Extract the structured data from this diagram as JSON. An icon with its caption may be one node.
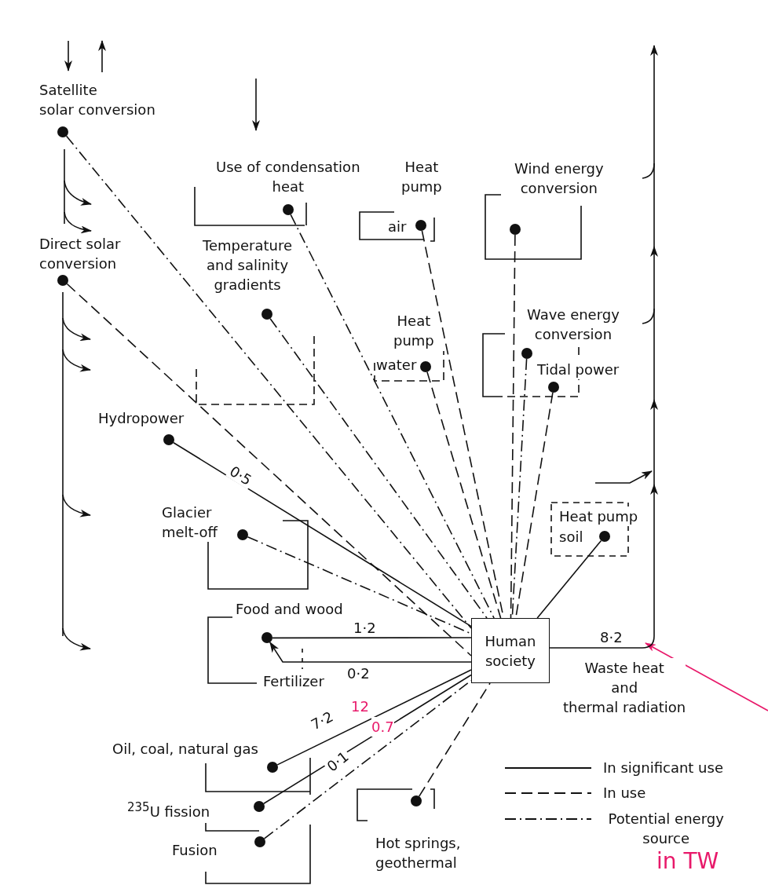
{
  "diagram": {
    "nodes": [
      {
        "text": [
          "Satellite solar conversion"
        ]
      },
      {
        "text": [
          "Use of condensation heat"
        ]
      },
      {
        "text": [
          "Heat pump",
          "air"
        ]
      },
      {
        "text": [
          "Wind energy conversion"
        ]
      },
      {
        "text": [
          "Direct solar conversion"
        ]
      },
      {
        "text": [
          "Temperature and salinity gradients"
        ]
      },
      {
        "text": [
          "Heat pump",
          "water"
        ]
      },
      {
        "text": [
          "Wave energy conversion"
        ]
      },
      {
        "text": [
          "Hydropower"
        ]
      },
      {
        "text": [
          "Tidal power"
        ]
      },
      {
        "text": [
          "Glacier melt-off"
        ]
      },
      {
        "text": [
          "Heat pump",
          "soil"
        ]
      },
      {
        "text": [
          "Food and wood"
        ]
      },
      {
        "text": [
          "Human society"
        ]
      },
      {
        "text": [
          "Oil, coal, natural gas"
        ]
      },
      {
        "text": [
          "$^{235}$U fission"
        ]
      },
      {
        "text": [
          "Fusion"
        ]
      },
      {
        "text": [
          "Hot springs, geothermal"
        ]
      }
    ],
    "edges": [
      {
        "from": 0,
        "to": 13,
        "arrow": "none",
        "style": "dashed"
      },
      {
        "from": 1,
        "to": 13,
        "arrow": "none",
        "style": "dashed"
      },
      {
        "from": 2,
        "to": 13,
        "arrow": "none",
        "style": "dashed"
      },
      {
        "from": 3,
        "to": 13,
        "arrow": "none",
        "style": "dashed"
      },
      {
        "from": 4,
        "to": 13,
        "arrow": "none",
        "style": "dashed"
      },
      {
        "from": 5,
        "to": 13,
        "arrow": "none",
        "style": "dashed"
      },
      {
        "from": 6,
        "to": 13,
        "arrow": "none",
        "style": "dashed"
      },
      {
        "from": 7,
        "to": 13,
        "arrow": "none",
        "style": "dashed"
      },
      {
        "from": 8,
        "to": 13,
        "arrow": "none",
        "label": "0·5"
      },
      {
        "from": 9,
        "to": 13,
        "arrow": "none",
        "style": "dashed"
      },
      {
        "from": 10,
        "to": 13,
        "arrow": "none",
        "style": "dashed"
      },
      {
        "from": 11,
        "to": 13,
        "arrow": "none"
      },
      {
        "from": 12,
        "to": 13,
        "arrow": "none",
        "label": "1·2"
      },
      {
        "from": 13,
        "to": 12,
        "arrow": "to",
        "label": "0·2"
      },
      {
        "from": 14,
        "to": 13,
        "arrow": "none",
        "label": "7·2"
      },
      {
        "from": 15,
        "to": 13,
        "arrow": "none",
        "label": "0·1"
      },
      {
        "from": 16,
        "to": 13,
        "arrow": "none",
        "style": "dashed"
      },
      {
        "from": 17,
        "to": 13,
        "arrow": "none",
        "style": "dashed"
      },
      {
        "from": 13,
        "to": null,
        "arrow": "to",
        "label": "8·2"
      }
    ],
    "labels": [
      "Fertilizer",
      "Waste heat and thermal radiation",
      "12",
      "0.7",
      "in TW"
    ],
    "legend": [
      {
        "text": "In significant use"
      },
      {
        "text": "In use"
      },
      {
        "text": "Potential energy source"
      }
    ]
  }
}
